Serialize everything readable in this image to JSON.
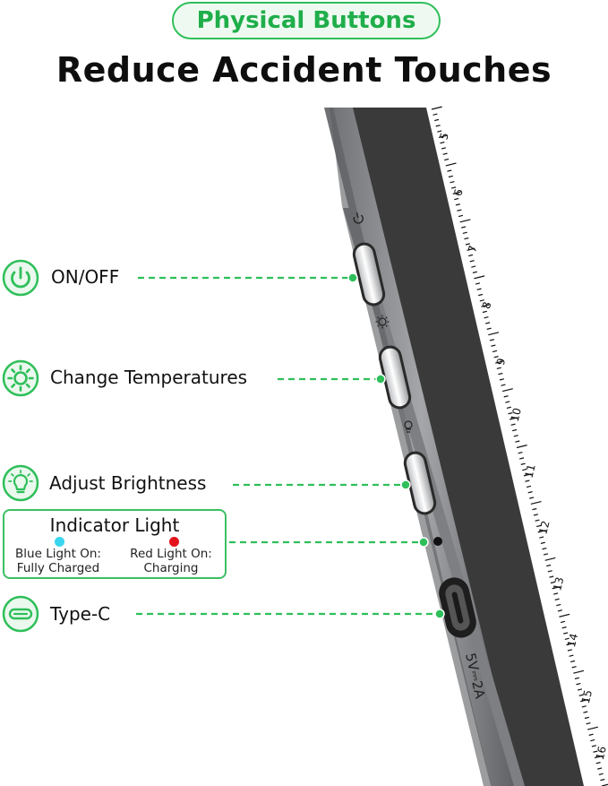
{
  "badge": {
    "text": "Physical Buttons"
  },
  "headline": {
    "text": "Reduce Accident Touches"
  },
  "features": {
    "on_off": {
      "label": "ON/OFF",
      "icon": "power-icon"
    },
    "temperature": {
      "label": "Change Temperatures",
      "icon": "sun-icon"
    },
    "brightness": {
      "label": "Adjust Brightness",
      "icon": "lightbulb-icon"
    },
    "type_c": {
      "label": "Type-C",
      "icon": "usb-c-port-icon"
    }
  },
  "indicator": {
    "title": "Indicator Light",
    "blue": {
      "line1": "Blue Light On:",
      "line2": "Fully Charged",
      "color": "#3ad6f0"
    },
    "red": {
      "line1": "Red Light On:",
      "line2": "Charging",
      "color": "#e3141b"
    }
  },
  "device": {
    "port_rating": "5V⎓2A",
    "ruler_marks": [
      "5",
      "6",
      "7",
      "8",
      "9",
      "10",
      "11",
      "12",
      "13",
      "14",
      "15",
      "16"
    ]
  },
  "colors": {
    "accent_green": "#2fbf5a",
    "device_body": "#3a3a3a",
    "device_edge": "#8b8d90"
  }
}
